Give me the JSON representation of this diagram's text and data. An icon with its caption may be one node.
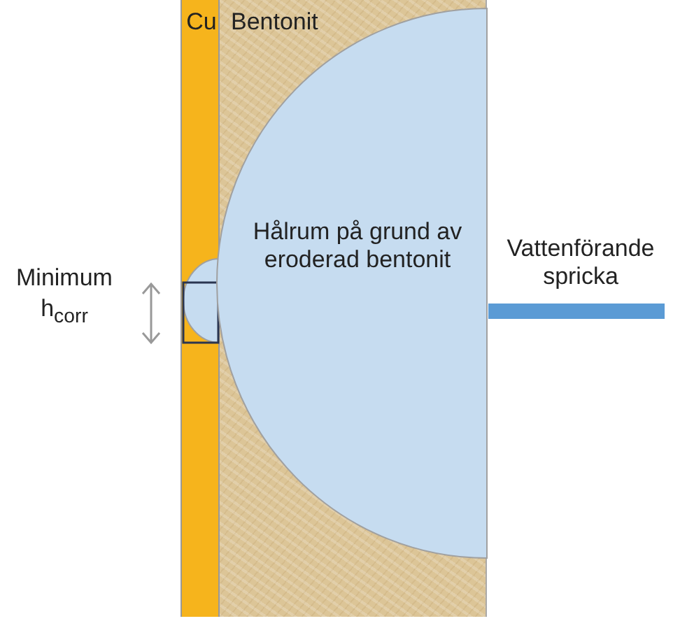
{
  "diagram": {
    "nodes": [
      {
        "text": [
          "Cu"
        ]
      },
      {
        "text": [
          "Bentonit"
        ]
      },
      {
        "text": [
          "Hålrum på grund av eroderad bentonit"
        ],
        "in": 1
      },
      {
        "text": [
          "Vattenförande spricka"
        ]
      }
    ],
    "labels": [
      "Minimum h$_{corr}$"
    ]
  }
}
